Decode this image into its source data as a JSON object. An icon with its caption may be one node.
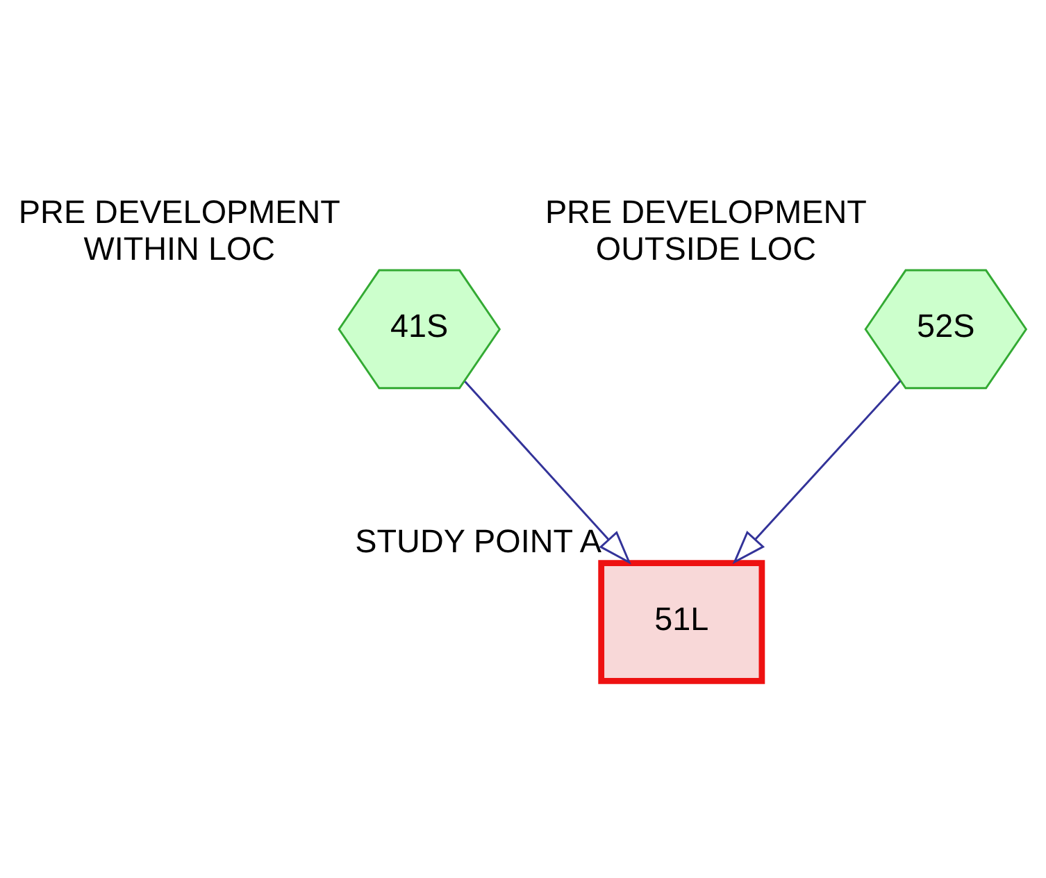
{
  "diagram": {
    "nodes": [
      {
        "text": [
          "41S"
        ],
        "beside": [
          "PRE DEVELOPMENT WITHIN LOC"
        ]
      },
      {
        "text": [
          "52S"
        ],
        "beside": [
          "PRE DEVELOPMENT OUTSIDE LOC"
        ]
      },
      {
        "text": [
          "51L"
        ],
        "beside": [
          "STUDY POINT A"
        ]
      }
    ],
    "edges": [
      {
        "from": 0,
        "to": 2,
        "arrow": "to"
      },
      {
        "from": 1,
        "to": 2,
        "arrow": "to"
      }
    ]
  }
}
